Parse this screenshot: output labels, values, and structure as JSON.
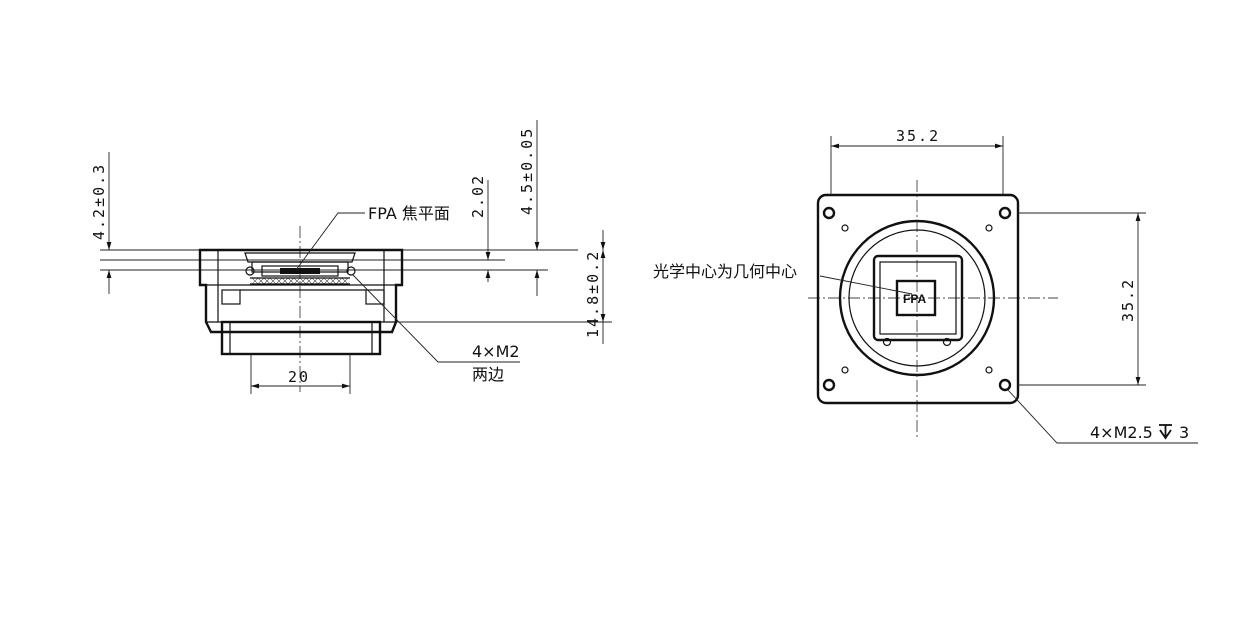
{
  "side_view": {
    "dim_focal_depth": "4.2±0.3",
    "dim_small_gap": "2.02",
    "dim_step": "4.5±0.05",
    "dim_height": "14.8±0.2",
    "dim_connector_width": "20",
    "fpa_label": "FPA 焦平面",
    "screw_label": "4×M2",
    "screw_note": "两边"
  },
  "front_view": {
    "dim_width": "35.2",
    "dim_height": "35.2",
    "optical_center_label": "光学中心为几何中心",
    "fpa_tag": "FPA",
    "mount_hole_label": "4×M2.5",
    "mount_hole_depth": "3",
    "depth_symbol": "depth-icon"
  }
}
